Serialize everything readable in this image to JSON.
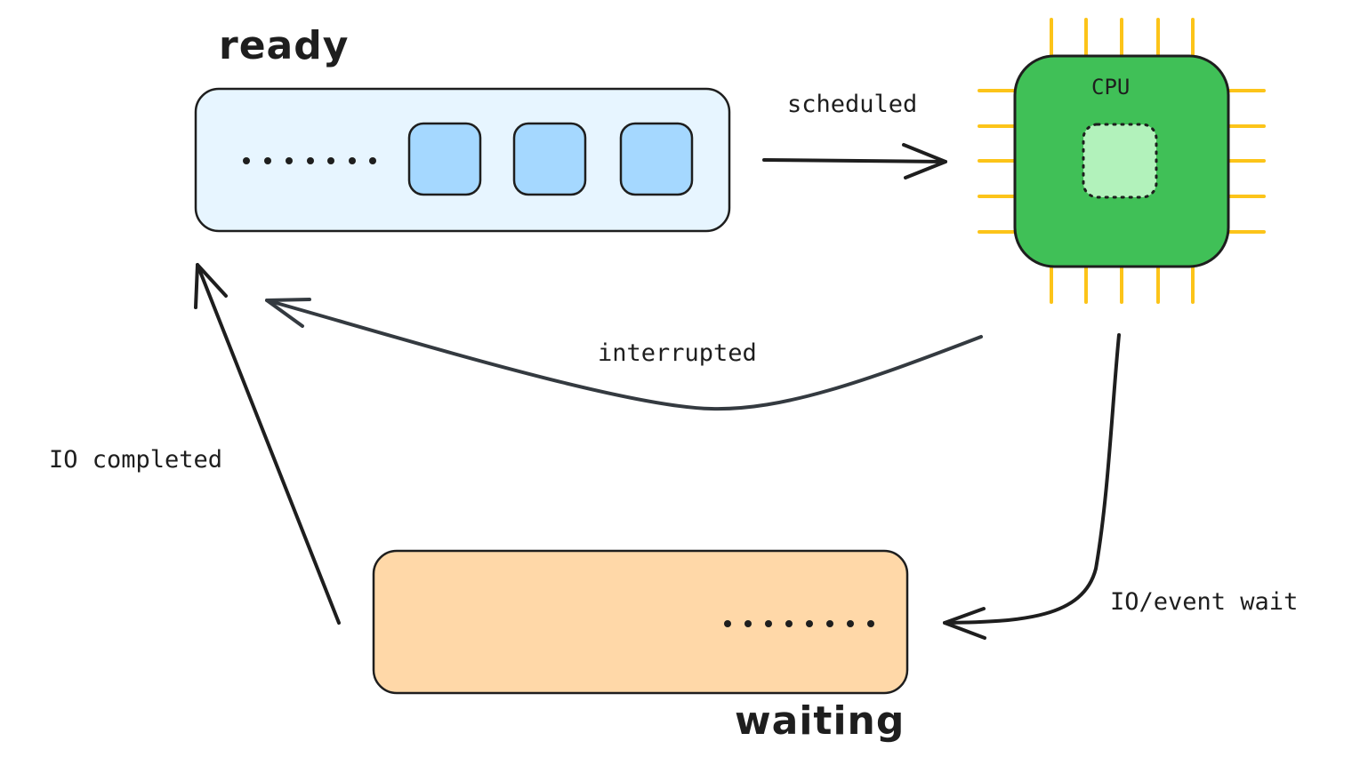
{
  "labels": {
    "ready": "ready",
    "waiting": "waiting",
    "cpu": "CPU",
    "scheduled": "scheduled",
    "interrupted": "interrupted",
    "io_completed": "IO completed",
    "io_event_wait": "IO/event wait"
  },
  "colors": {
    "ready_fill": "#e7f5ff",
    "ready_slot_fill": "#a5d8ff",
    "waiting_fill": "#ffd8a8",
    "cpu_fill": "#40c057",
    "cpu_core_fill": "#b2f2bb",
    "cpu_pin": "#fcc419",
    "stroke": "#1e1e1e",
    "interrupted_stroke": "#343a40"
  },
  "icons": {
    "cpu": "cpu-chip-icon"
  }
}
